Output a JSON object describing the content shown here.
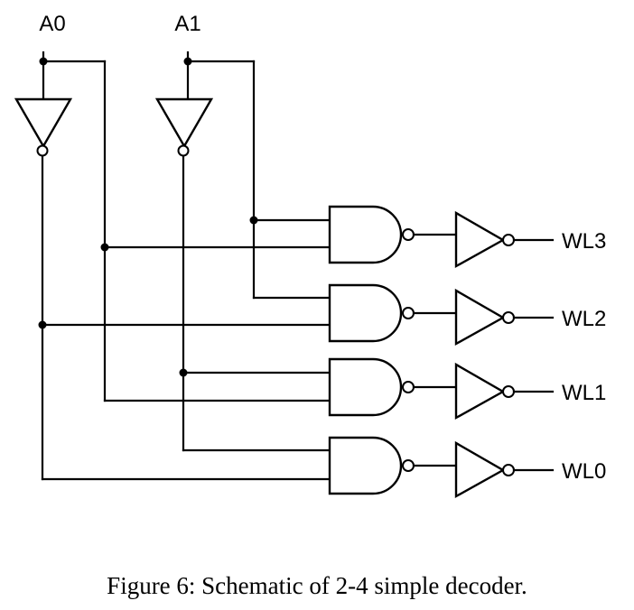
{
  "inputs": [
    "A0",
    "A1"
  ],
  "outputs": [
    "WL3",
    "WL2",
    "WL1",
    "WL0"
  ],
  "caption": "Figure 6: Schematic of 2-4 simple decoder."
}
